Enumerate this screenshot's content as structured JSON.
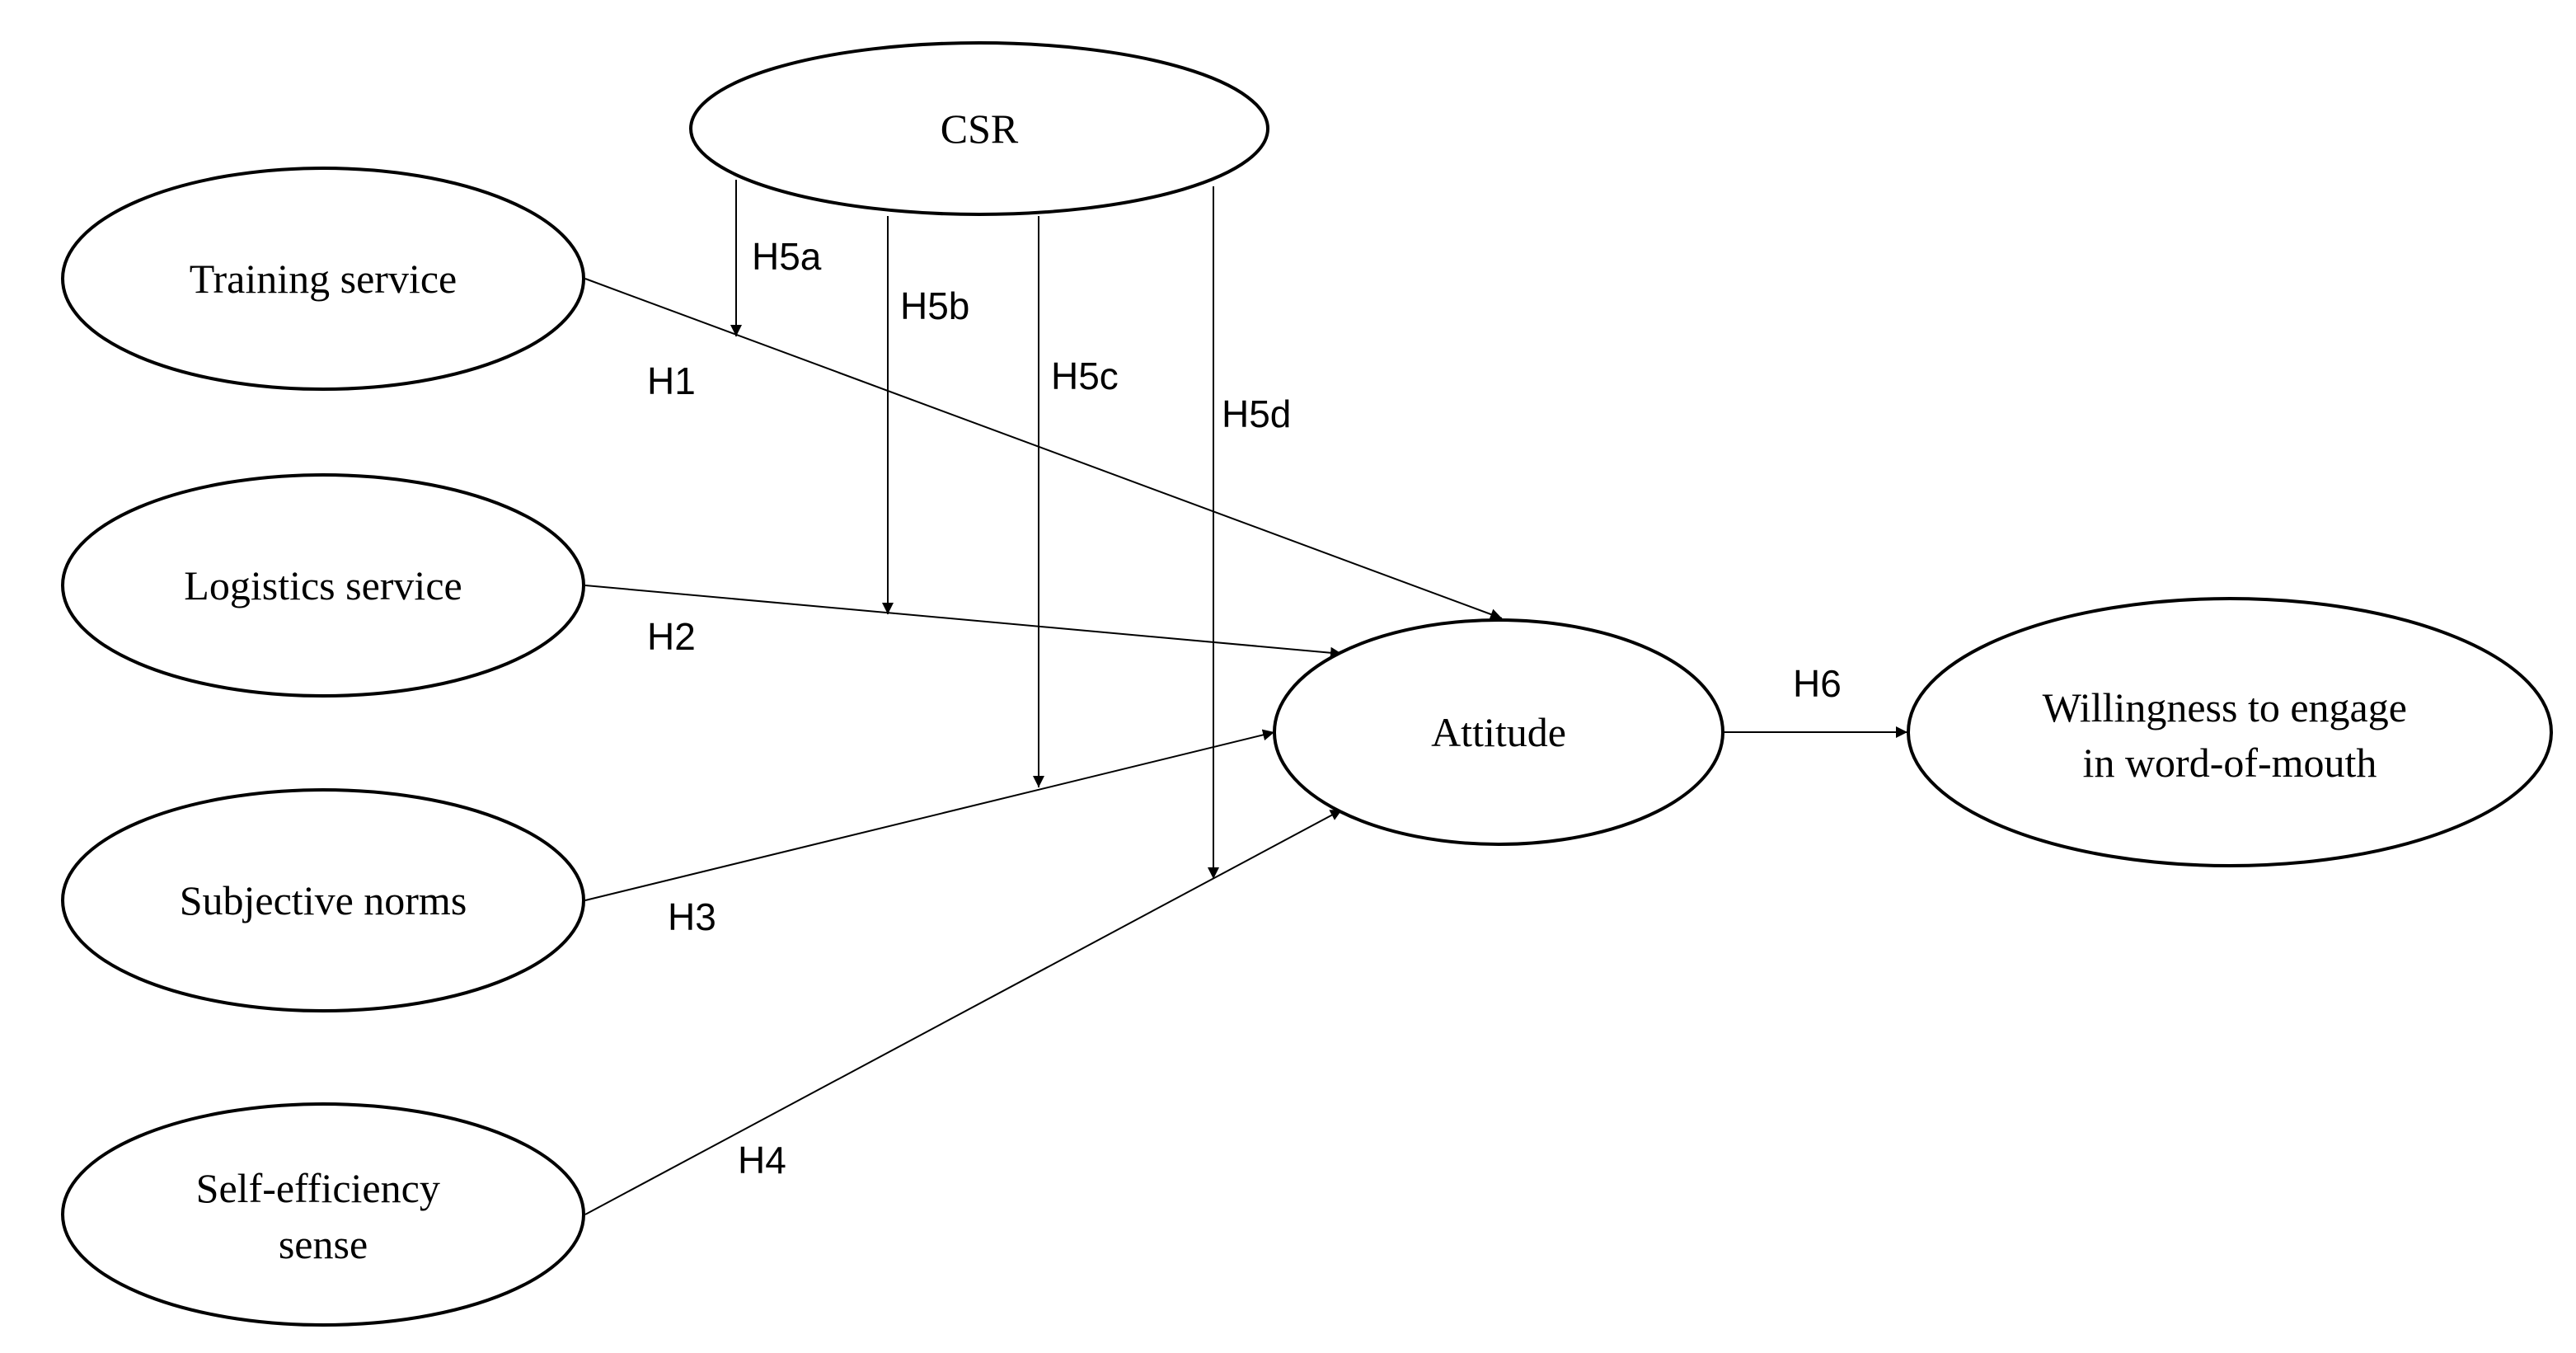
{
  "colors": {
    "stroke": "#000000",
    "background": "#ffffff"
  },
  "nodes": {
    "csr": {
      "label": "CSR"
    },
    "training": {
      "label": "Training service"
    },
    "logistics": {
      "label": "Logistics service"
    },
    "subjective": {
      "label": "Subjective norms"
    },
    "selfeff": {
      "line1": "Self-efficiency",
      "line2": "sense"
    },
    "attitude": {
      "label": "Attitude"
    },
    "wom": {
      "line1": "Willingness to engage",
      "line2": "in word-of-mouth"
    }
  },
  "edges": {
    "h1": {
      "label": "H1",
      "from": "Training service",
      "to": "Attitude"
    },
    "h2": {
      "label": "H2",
      "from": "Logistics service",
      "to": "Attitude"
    },
    "h3": {
      "label": "H3",
      "from": "Subjective norms",
      "to": "Attitude"
    },
    "h4": {
      "label": "H4",
      "from": "Self-efficiency sense",
      "to": "Attitude"
    },
    "h5a": {
      "label": "H5a",
      "from": "CSR",
      "to": "H1"
    },
    "h5b": {
      "label": "H5b",
      "from": "CSR",
      "to": "H2"
    },
    "h5c": {
      "label": "H5c",
      "from": "CSR",
      "to": "H3"
    },
    "h5d": {
      "label": "H5d",
      "from": "CSR",
      "to": "H4"
    },
    "h6": {
      "label": "H6",
      "from": "Attitude",
      "to": "Willingness to engage in word-of-mouth"
    }
  }
}
